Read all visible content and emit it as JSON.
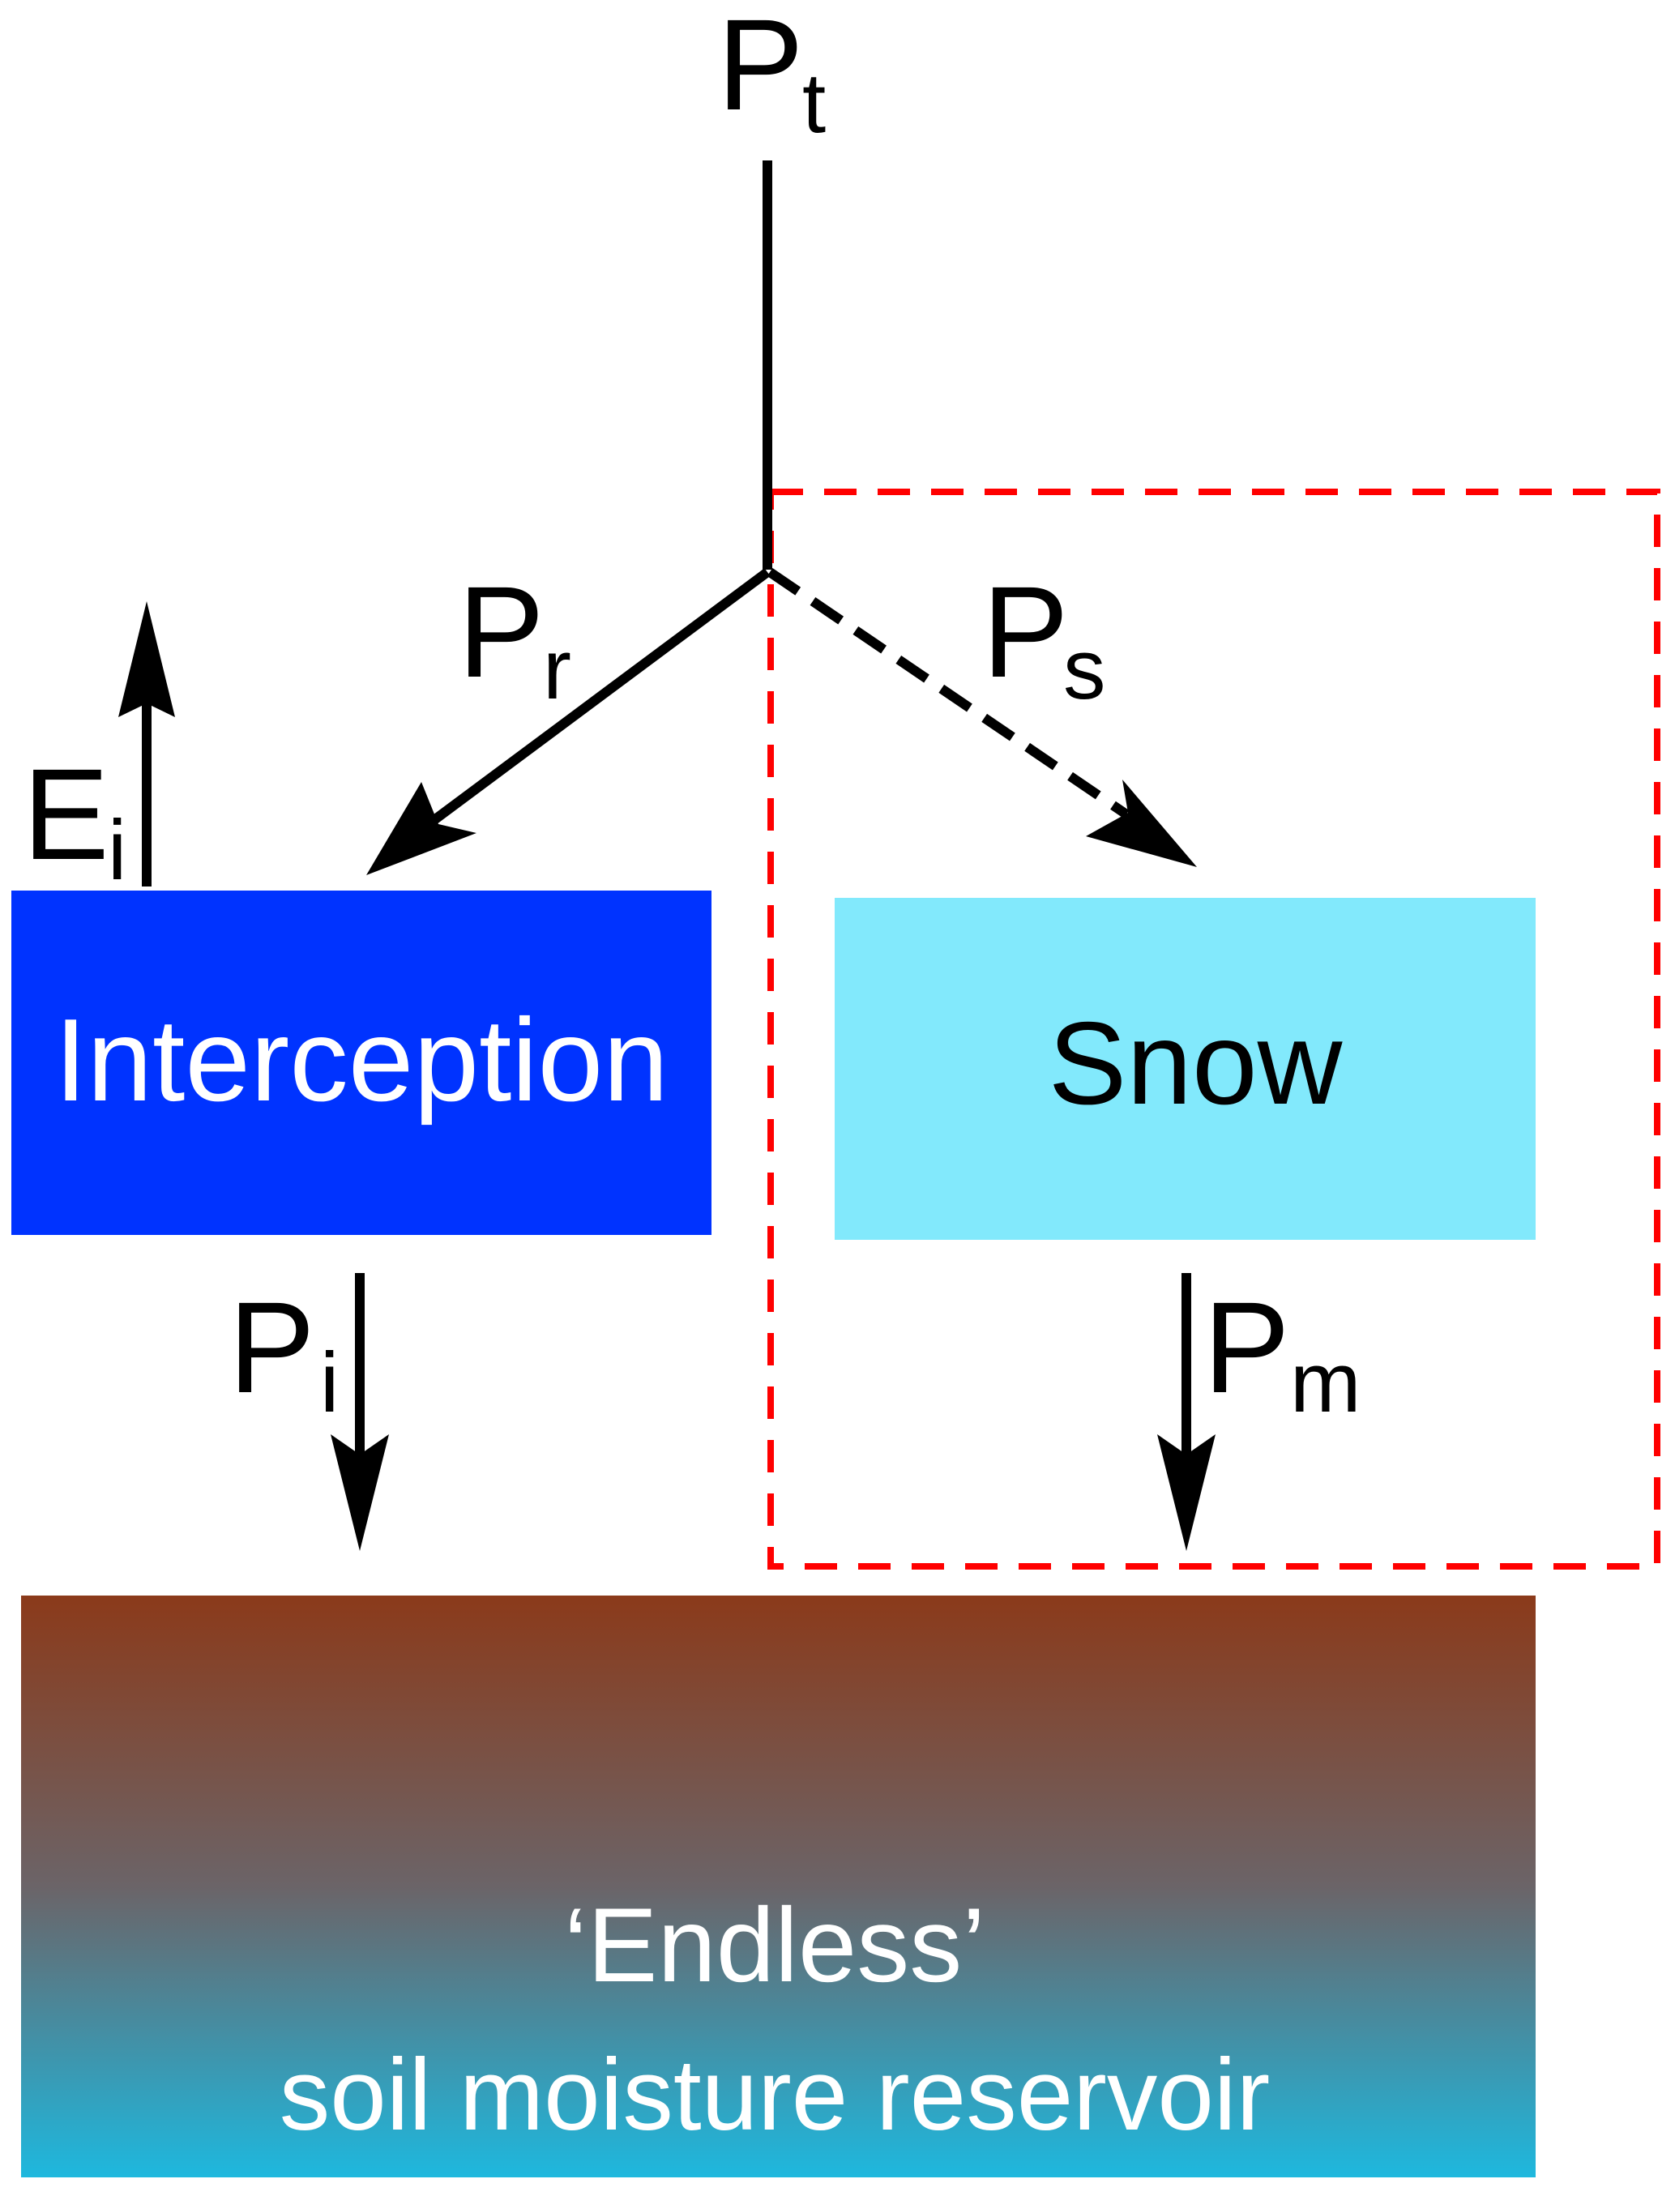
{
  "labels": {
    "total_precip": {
      "main": "P",
      "sub": "t"
    },
    "rain": {
      "main": "P",
      "sub": "r"
    },
    "snowfall": {
      "main": "P",
      "sub": "s"
    },
    "interception_evap": {
      "main": "E",
      "sub": "i"
    },
    "throughfall": {
      "main": "P",
      "sub": "i"
    },
    "melt": {
      "main": "P",
      "sub": "m"
    }
  },
  "boxes": {
    "interception": {
      "label": "Interception",
      "color": "#0033ff"
    },
    "snow": {
      "label": "Snow",
      "color": "#82e9fc"
    },
    "soil": {
      "line1": "‘Endless’",
      "line2": "soil moisture reservoir",
      "gradient": [
        "#8b3a1a",
        "#6b6468",
        "#1eb8de"
      ]
    }
  },
  "colors": {
    "snow_module_outline": "#ff0000",
    "arrows": "#000000"
  }
}
